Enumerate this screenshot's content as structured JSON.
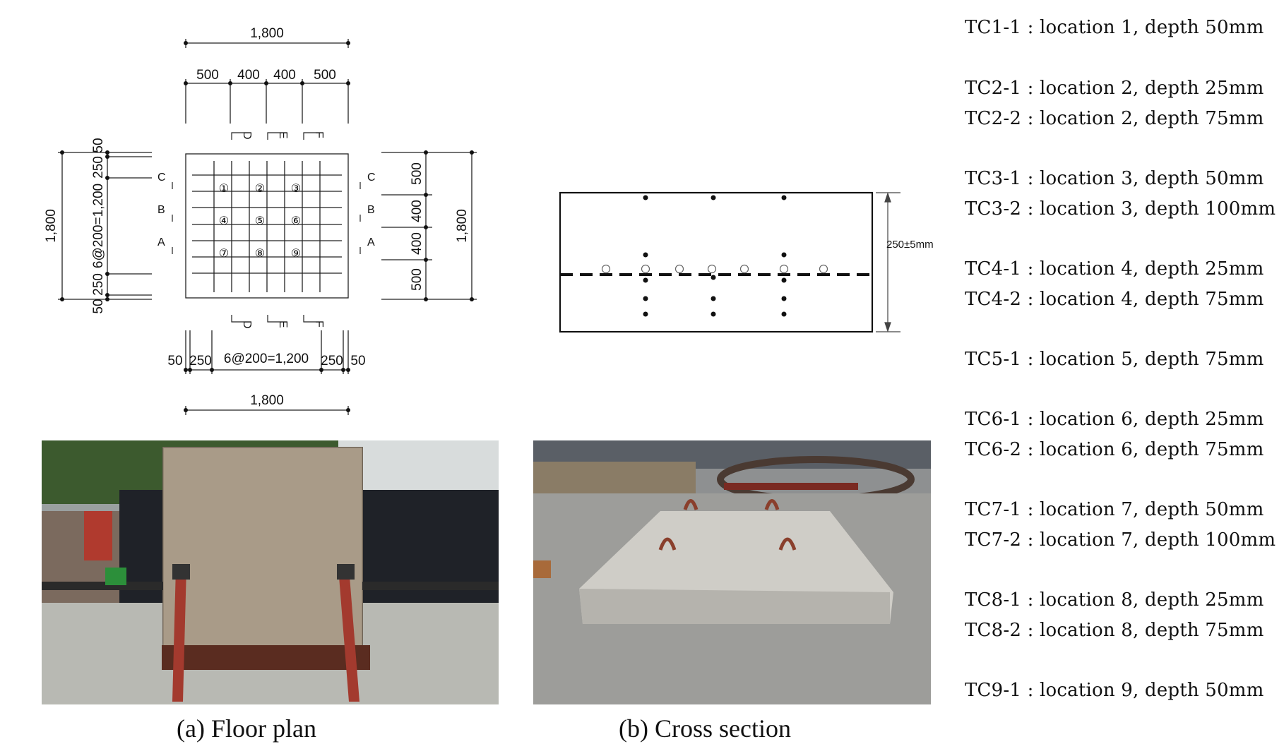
{
  "floor_plan": {
    "dim_top_total": "1,800",
    "dim_top_segments": [
      "500",
      "400",
      "400",
      "500"
    ],
    "dim_bottom_total": "1,800",
    "dim_bottom_segments": [
      "50",
      "250",
      "6@200=1,200",
      "250",
      "50"
    ],
    "dim_left_total": "1,800",
    "dim_left_segments": [
      "50",
      "250",
      "6@200=1,200",
      "250",
      "50"
    ],
    "dim_right_total": "1,800",
    "dim_right_segments": [
      "500",
      "400",
      "400",
      "500"
    ],
    "section_cuts_vertical": [
      "D",
      "E",
      "F"
    ],
    "section_cuts_horizontal": [
      "C",
      "B",
      "A"
    ],
    "locations": [
      "①",
      "②",
      "③",
      "④",
      "⑤",
      "⑥",
      "⑦",
      "⑧",
      "⑨"
    ]
  },
  "cross_section": {
    "height_label": "250±5mm"
  },
  "captions": {
    "a": "(a) Floor plan",
    "b": "(b) Cross section"
  },
  "thermocouples": [
    "TC1-1 : location 1, depth 50mm",
    "TC2-1 : location 2, depth 25mm",
    "TC2-2 : location 2, depth 75mm",
    "TC3-1 : location 3, depth 50mm",
    "TC3-2 : location 3, depth 100mm",
    "TC4-1 : location 4, depth 25mm",
    "TC4-2 : location 4, depth 75mm",
    "TC5-1 : location 5, depth 75mm",
    "TC6-1 : location 6, depth 25mm",
    "TC6-2 : location 6, depth 75mm",
    "TC7-1 : location 7, depth 50mm",
    "TC7-2 : location 7, depth 100mm",
    "TC8-1 : location 8, depth 25mm",
    "TC8-2 : location 8, depth 75mm",
    "TC9-1 : location 9, depth 50mm"
  ]
}
